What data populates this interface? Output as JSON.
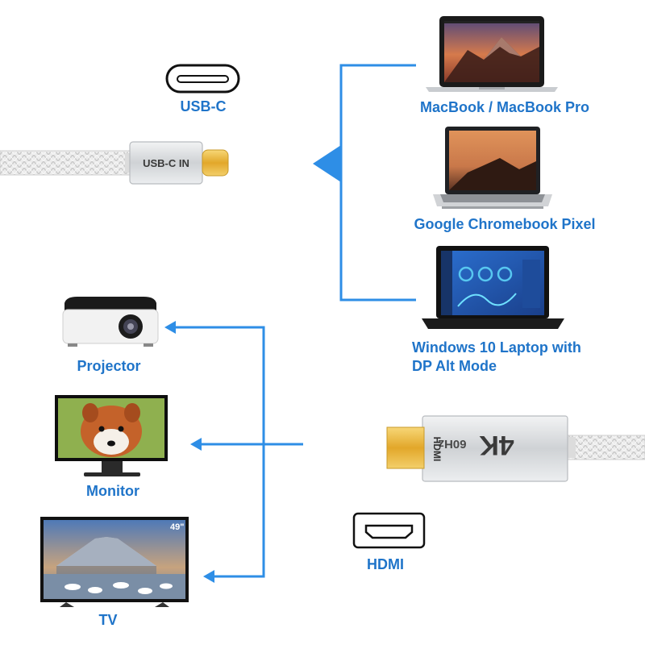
{
  "colors": {
    "accent_blue": "#1f74c9",
    "connector_blue": "#2e8ee6",
    "gold": "#e9b43a",
    "aluminum": "#d6d8db",
    "braid": "#e8e8e8",
    "dark": "#1d1d1f"
  },
  "connectors": {
    "usbc": {
      "label": "USB-C",
      "plug_label": "USB-C IN",
      "icon": "usb-c-port-icon"
    },
    "hdmi": {
      "label": "HDMI",
      "plug_text_4k": "4K",
      "plug_text_hz": "60Hz",
      "plug_text_brand": "HDMI",
      "icon": "hdmi-port-icon"
    }
  },
  "sources": [
    {
      "name": "macbook",
      "label": "MacBook / MacBook Pro",
      "icon": "laptop-icon"
    },
    {
      "name": "chromebook",
      "label": "Google Chromebook Pixel",
      "icon": "laptop-icon"
    },
    {
      "name": "windows-laptop",
      "label_line1": "Windows 10 Laptop with",
      "label_line2": "DP Alt Mode",
      "icon": "laptop-icon"
    }
  ],
  "displays": [
    {
      "name": "projector",
      "label": "Projector",
      "icon": "projector-icon"
    },
    {
      "name": "monitor",
      "label": "Monitor",
      "icon": "monitor-icon"
    },
    {
      "name": "tv",
      "label": "TV",
      "screen_badge": "49\"",
      "icon": "tv-icon"
    }
  ]
}
